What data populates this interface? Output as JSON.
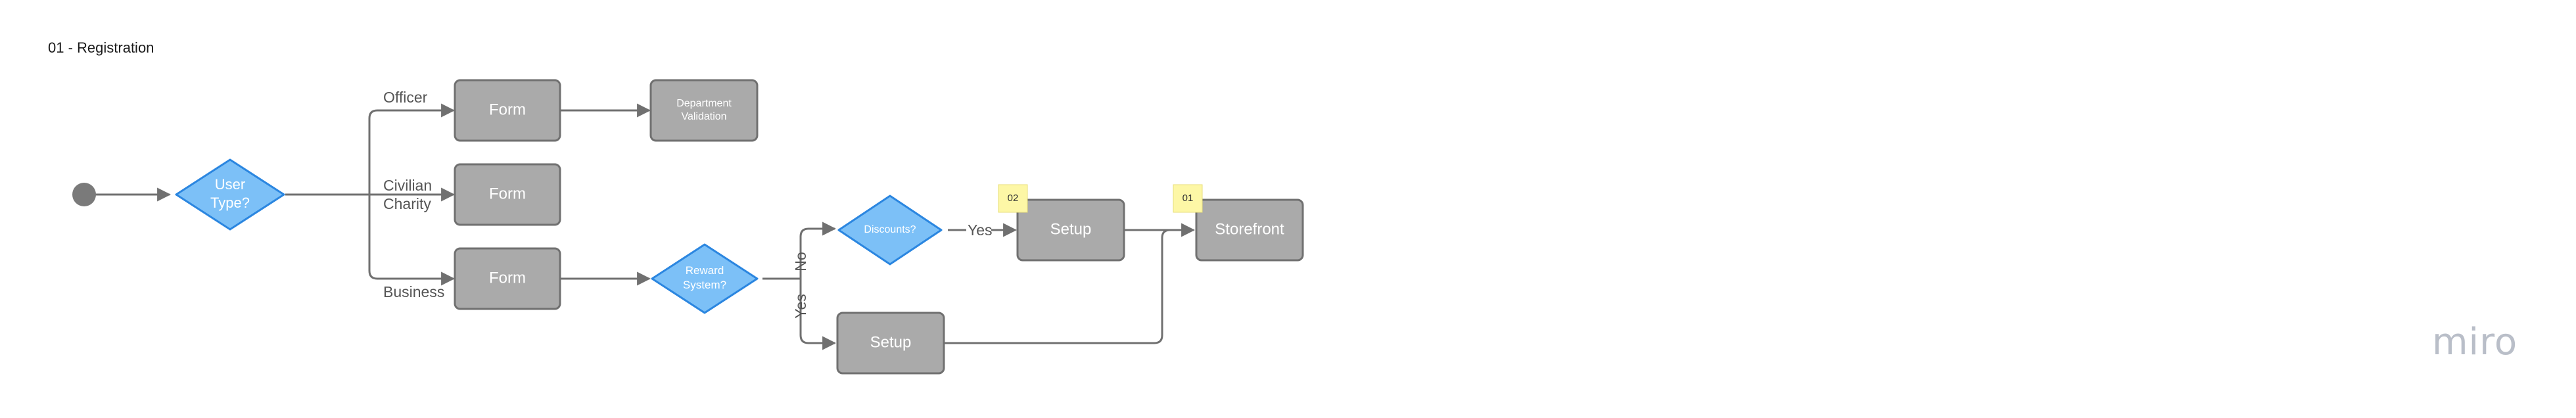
{
  "board": {
    "title": "01 - Registration",
    "logo": "miro"
  },
  "colors": {
    "process_fill": "#aaaaaa",
    "process_stroke": "#707070",
    "decision_fill": "#7cc0f7",
    "decision_stroke": "#2b86e0",
    "start_fill": "#7a7a7a",
    "connector": "#707070",
    "sticky_fill": "#fdf7a6",
    "sticky_text": "#333333"
  },
  "nodes": {
    "user_type": "User Type?",
    "form_officer": "Form",
    "department_validation": "Department Validation",
    "form_civilian": "Form",
    "form_business": "Form",
    "reward_system": "Reward System?",
    "discounts": "Discounts?",
    "setup_top": "Setup",
    "setup_bottom": "Setup",
    "storefront": "Storefront"
  },
  "edge_labels": {
    "officer": "Officer",
    "civilian": "Civilian",
    "charity": "Charity",
    "business": "Business",
    "no": "No",
    "yes_reward": "Yes",
    "yes_discounts": "Yes"
  },
  "stickies": {
    "setup_tag": "02",
    "storefront_tag": "01"
  }
}
